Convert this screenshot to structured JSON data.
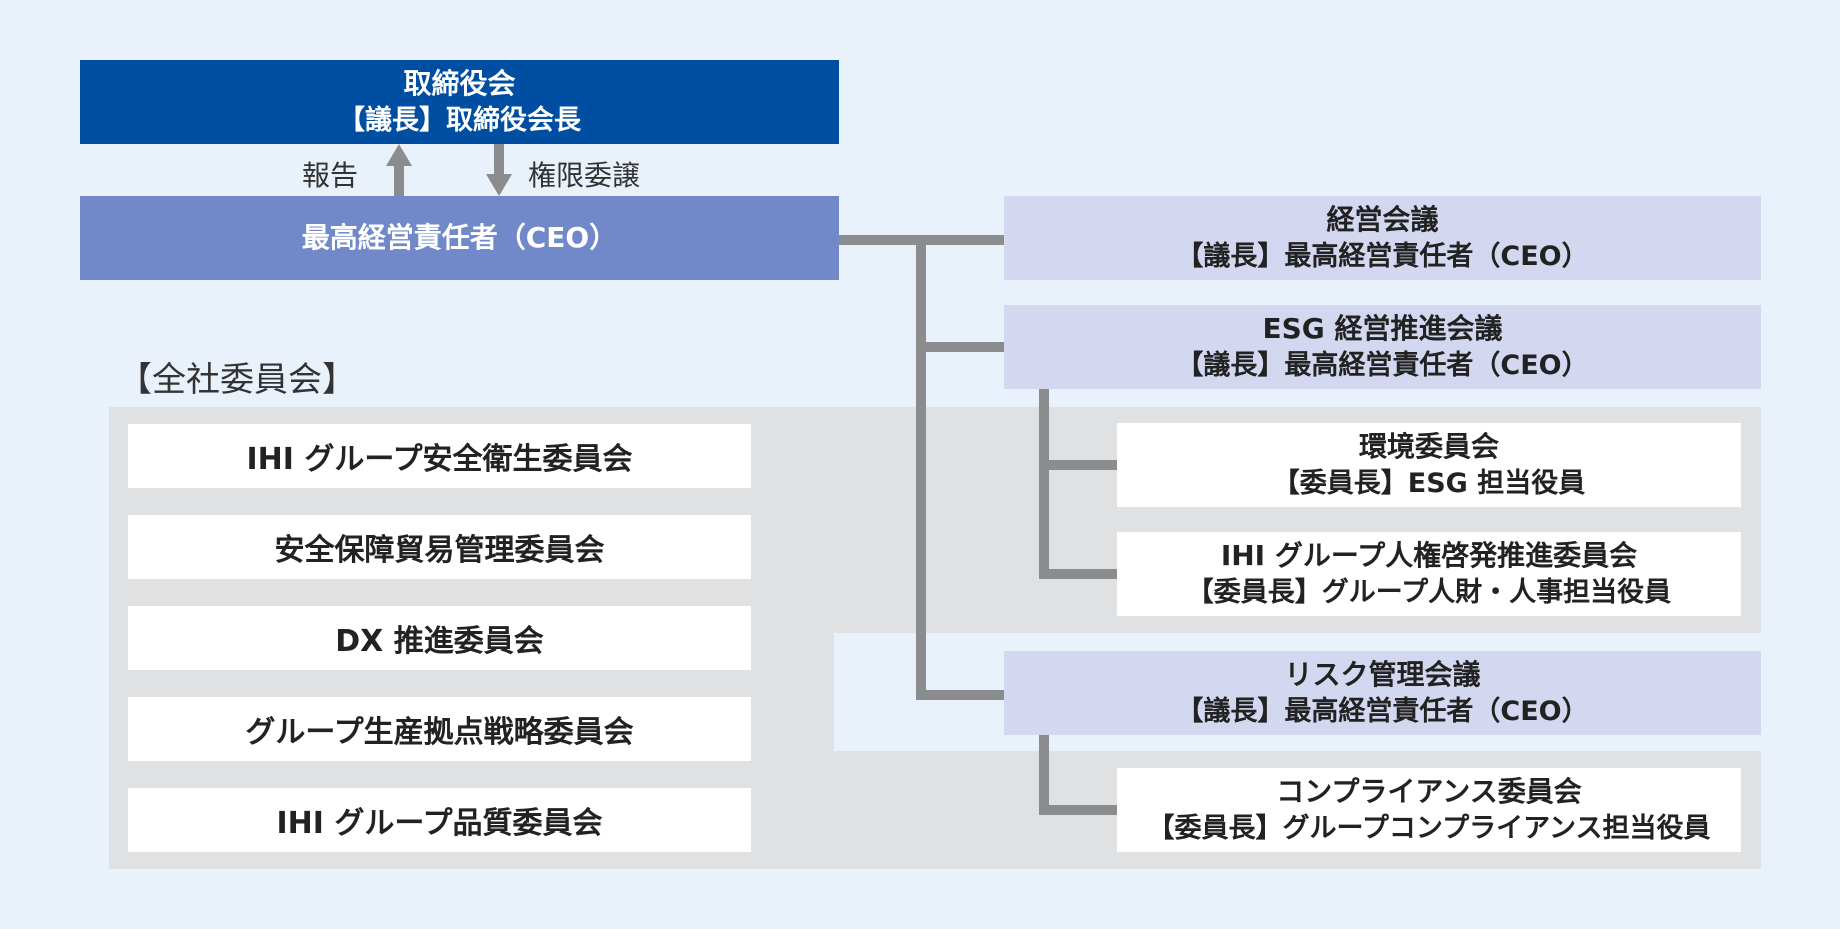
{
  "board": {
    "title": "取締役会",
    "chair": "【議長】取締役会長"
  },
  "flow": {
    "report": "報告",
    "delegation": "権限委譲"
  },
  "ceo": {
    "title": "最高経営責任者（CEO）"
  },
  "meetings": [
    {
      "title": "経営会議",
      "chair": "【議長】最高経営責任者（CEO）"
    },
    {
      "title": "ESG 経営推進会議",
      "chair": "【議長】最高経営責任者（CEO）"
    },
    {
      "title": "リスク管理会議",
      "chair": "【議長】最高経営責任者（CEO）"
    }
  ],
  "esg_committees": [
    {
      "title": "環境委員会",
      "chair": "【委員長】ESG 担当役員"
    },
    {
      "title": "IHI グループ人権啓発推進委員会",
      "chair": "【委員長】グループ人財・人事担当役員"
    }
  ],
  "risk_committees": [
    {
      "title": "コンプライアンス委員会",
      "chair": "【委員長】グループコンプライアンス担当役員"
    }
  ],
  "company_committees": {
    "label": "【全社委員会】",
    "items": [
      "IHI グループ安全衛生委員会",
      "安全保障貿易管理委員会",
      "DX 推進委員会",
      "グループ生産拠点戦略委員会",
      "IHI グループ品質委員会"
    ]
  },
  "colors": {
    "board": "#004ea2",
    "ceo": "#7189c8",
    "meeting": "#d3d8f0",
    "panel": "#dfe1e3",
    "connector": "#8a8c8e",
    "background": "#e9f1fb"
  }
}
